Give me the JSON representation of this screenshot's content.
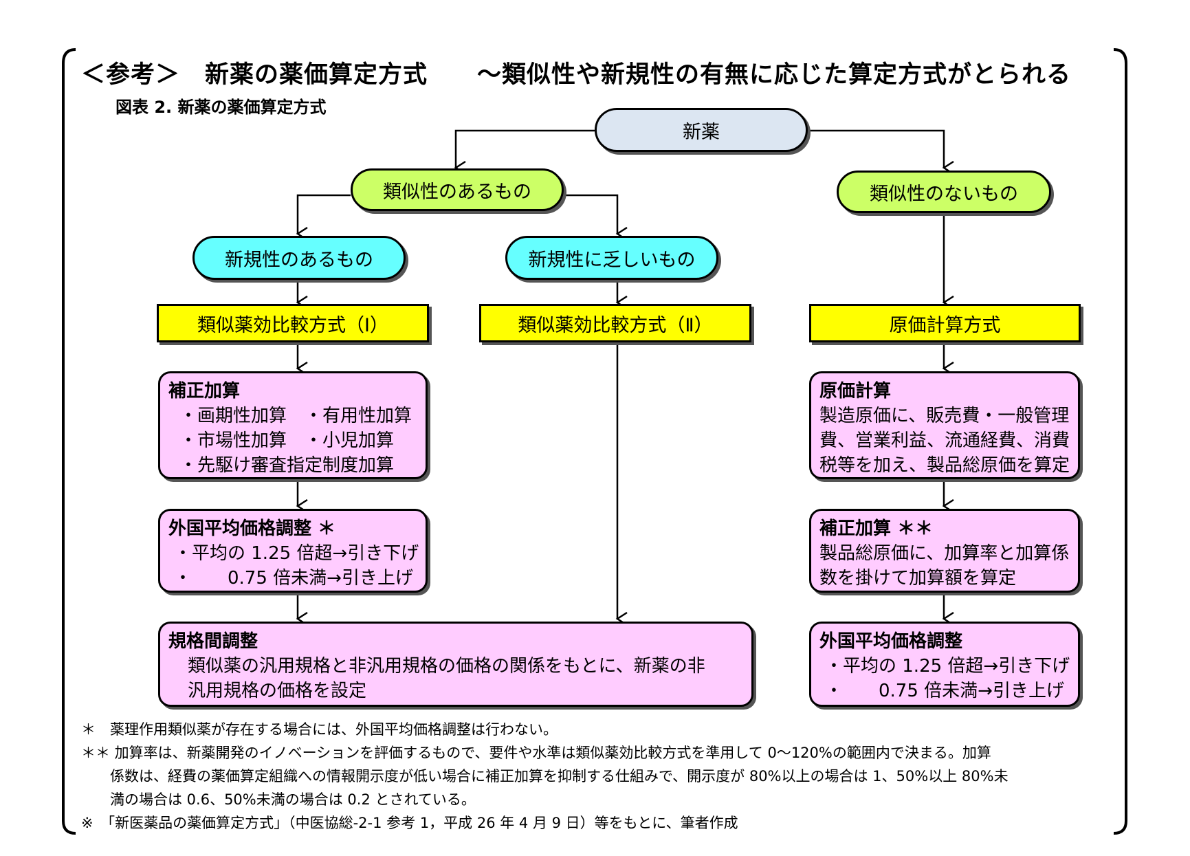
{
  "header": {
    "title": "＜参考＞　新薬の薬価算定方式　　～類似性や新規性の有無に応じた算定方式がとられる",
    "subtitle": "図表 2.  新薬の薬価算定方式"
  },
  "nodes": {
    "root": "新薬",
    "similar_yes": "類似性のあるもの",
    "similar_no": "類似性のないもの",
    "novel_yes": "新規性のあるもの",
    "novel_low": "新規性に乏しいもの",
    "method1": "類似薬効比較方式（Ⅰ）",
    "method2": "類似薬効比較方式（Ⅱ）",
    "method3": "原価計算方式"
  },
  "boxes": {
    "correction": {
      "heading": "補正加算",
      "lines": [
        "・画期性加算　・有用性加算",
        "・市場性加算　・小児加算",
        "・先駆け審査指定制度加算"
      ]
    },
    "foreign1": {
      "heading": "外国平均価格調整 ＊",
      "lines": [
        "・平均の 1.25 倍超→引き下げ",
        "・　　0.75 倍未満→引き上げ"
      ]
    },
    "standard": {
      "heading": "規格間調整",
      "lines": [
        "類似薬の汎用規格と非汎用規格の価格の関係をもとに、新薬の非",
        "汎用規格の価格を設定"
      ]
    },
    "cost": {
      "heading": "原価計算",
      "lines": [
        "製造原価に、販売費・一般管理",
        "費、営業利益、流通経費、消費",
        "税等を加え、製品総原価を算定"
      ]
    },
    "correction2": {
      "heading": "補正加算 ＊＊",
      "lines": [
        "製品総原価に、加算率と加算係",
        "数を掛けて加算額を算定"
      ]
    },
    "foreign2": {
      "heading": "外国平均価格調整",
      "lines": [
        "・平均の 1.25 倍超→引き下げ",
        "・　　0.75 倍未満→引き上げ"
      ]
    }
  },
  "notes": [
    "＊　薬理作用類似薬が存在する場合には、外国平均価格調整は行わない。",
    "＊＊ 加算率は、新薬開発のイノベーションを評価するもので、要件や水準は類似薬効比較方式を準用して 0～120%の範囲内で決まる。加算",
    "　　係数は、経費の薬価算定組織への情報開示度が低い場合に補正加算を抑制する仕組みで、開示度が 80%以上の場合は 1、50%以上 80%未",
    "　　満の場合は 0.6、50%未満の場合は 0.2 とされている。",
    "※　「新医薬品の薬価算定方式」（中医協総-2-1 参考 1，平成 26 年 4 月 9 日）等をもとに、筆者作成"
  ],
  "colors": {
    "root_fill": "#dce6f2",
    "similar_fill": "#ccff66",
    "novel_fill": "#66ffff",
    "method_fill": "#ffff00",
    "detail_fill": "#ffccff"
  }
}
